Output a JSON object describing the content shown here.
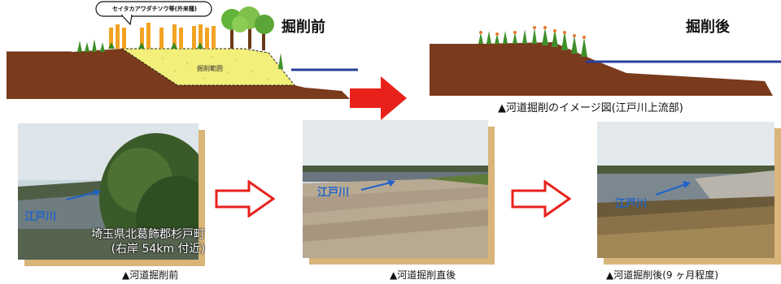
{
  "diagram": {
    "before_title": "掘削前",
    "after_title": "掘削後",
    "callout": "セイタカアワダチソウ等(外来種)",
    "excavation_range": "掘削範囲",
    "image_caption": "▲河道掘削のイメージ図(江戸川上流部)"
  },
  "photos": {
    "river_label": "江戸川",
    "location_line1": "埼玉県北葛飾郡杉戸町",
    "location_line2": "(右岸 54km 付近)",
    "caption_before": "▲河道掘削前",
    "caption_just_after": "▲河道掘削直後",
    "caption_after": "▲河道掘削後(9 ヶ月程度)"
  },
  "colors": {
    "arrow_red": "#e8221b",
    "arrow_outline": "#e8221b",
    "frame": "#d9b57a",
    "soil": "#7a3a1c",
    "water_line": "#2a3f9a",
    "excavation_fill": "#f2ef7a",
    "river_label": "#1f63c9"
  }
}
